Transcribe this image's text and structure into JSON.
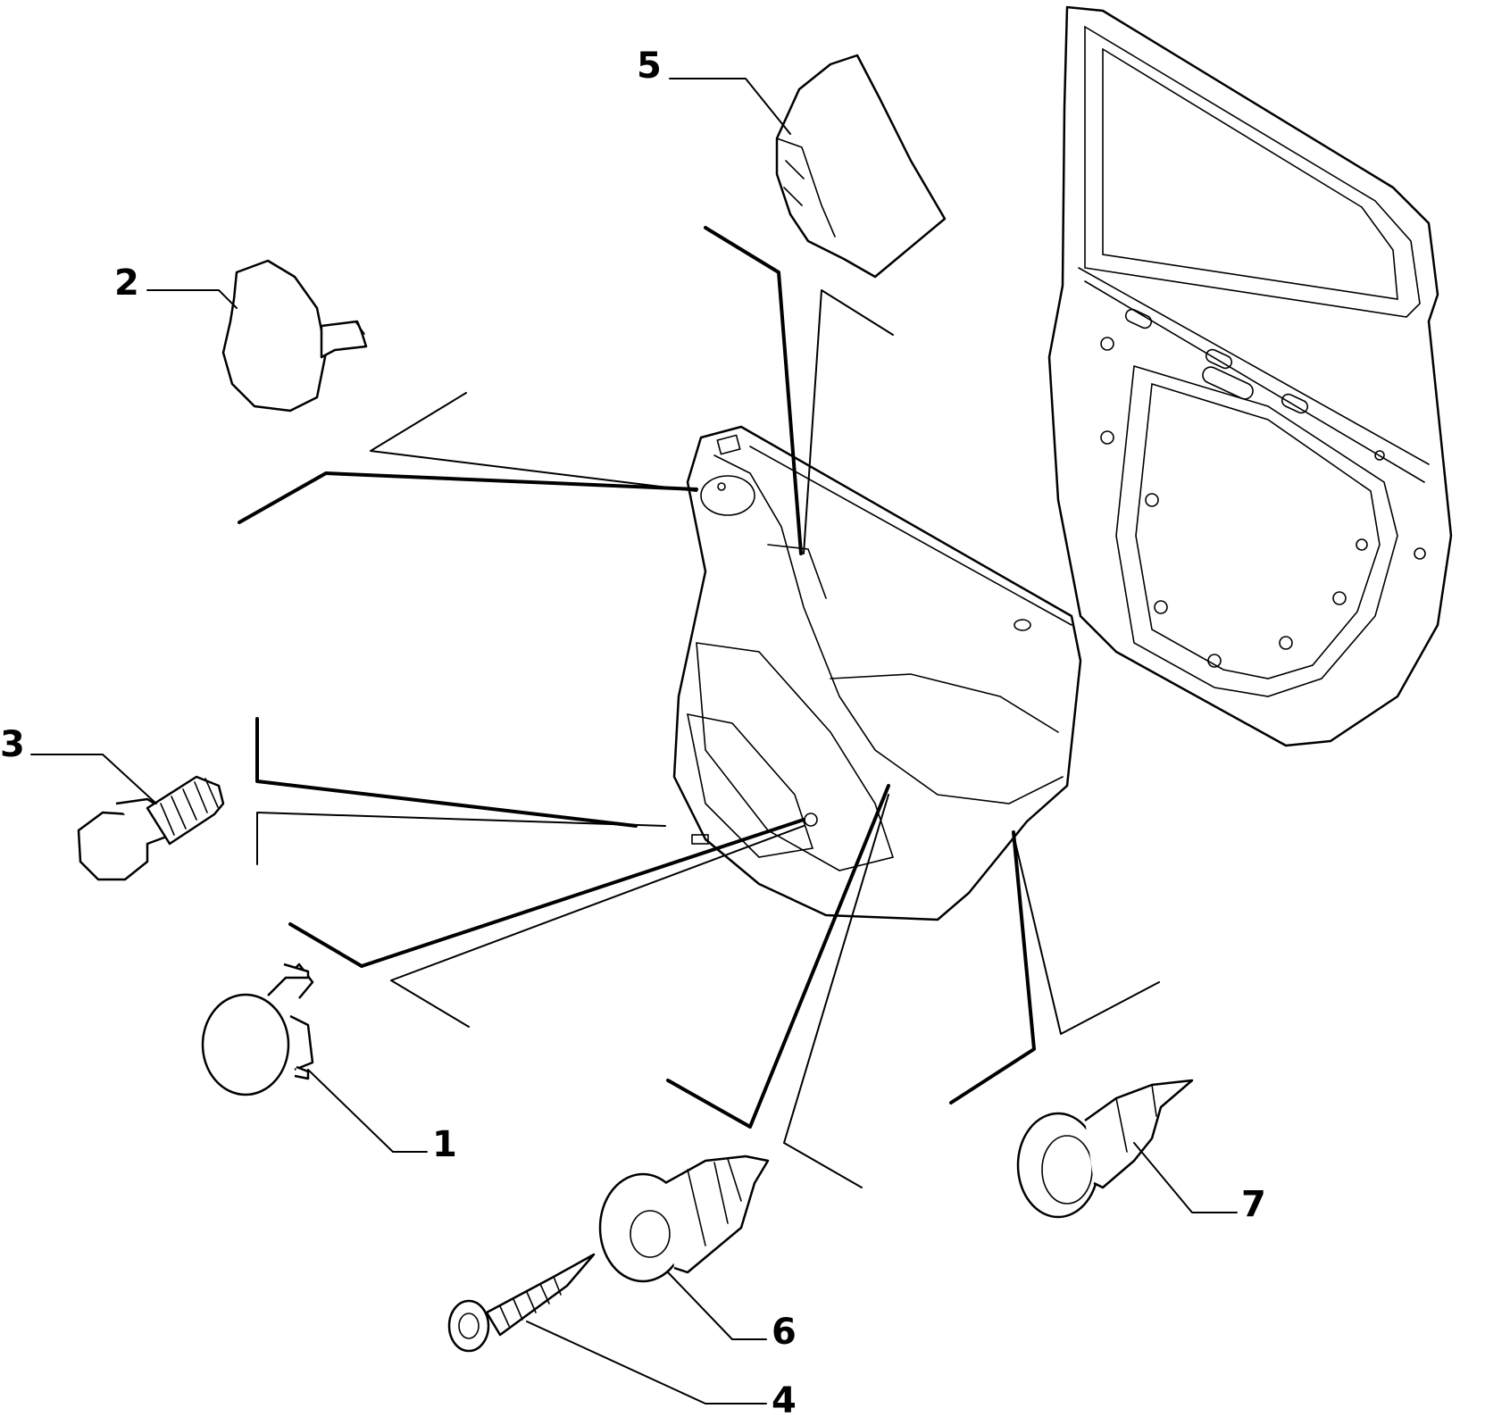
{
  "diagram": {
    "callouts": [
      {
        "id": "1",
        "label": "1"
      },
      {
        "id": "2",
        "label": "2"
      },
      {
        "id": "3",
        "label": "3"
      },
      {
        "id": "4",
        "label": "4"
      },
      {
        "id": "5",
        "label": "5"
      },
      {
        "id": "6",
        "label": "6"
      },
      {
        "id": "7",
        "label": "7"
      }
    ],
    "colors": {
      "stroke": "#000000",
      "background": "#ffffff"
    }
  }
}
